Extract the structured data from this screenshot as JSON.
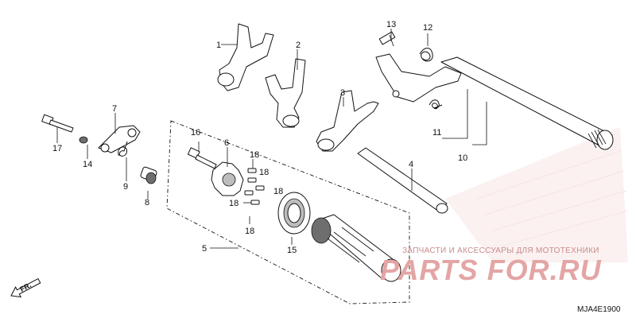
{
  "callouts": {
    "n1": "1",
    "n2": "2",
    "n3": "3",
    "n4": "4",
    "n5": "5",
    "n6": "6",
    "n7": "7",
    "n8": "8",
    "n9": "9",
    "n10": "10",
    "n11": "11",
    "n12": "12",
    "n13": "13",
    "n14": "14",
    "n15": "15",
    "n16": "16",
    "n17": "17",
    "n18a": "18",
    "n18b": "18",
    "n18c": "18",
    "n18d": "18",
    "n18e": "18"
  },
  "direction_label": "FR.",
  "diagram_code": "MJA4E1900",
  "watermark": {
    "tagline": "ЗАПЧАСТИ И АКСЕССУАРЫ ДЛЯ МОТОТЕХНИКИ",
    "brand": "PARTS FOR.RU"
  },
  "colors": {
    "watermark": "#e4a5a5",
    "ink": "#111111"
  }
}
